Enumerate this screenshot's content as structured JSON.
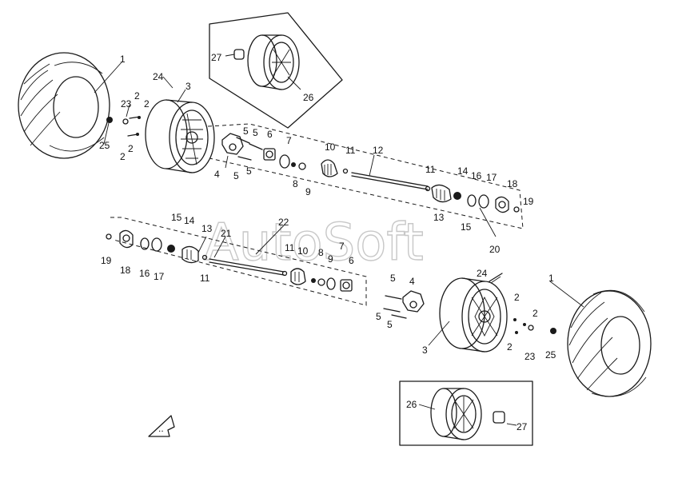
{
  "watermark": "AutoSoft",
  "callouts": [
    {
      "id": "c1a",
      "text": "1"
    },
    {
      "id": "c2a",
      "text": "2"
    },
    {
      "id": "c2b",
      "text": "2"
    },
    {
      "id": "c2c",
      "text": "2"
    },
    {
      "id": "c2d",
      "text": "2"
    },
    {
      "id": "c3a",
      "text": "3"
    },
    {
      "id": "c4a",
      "text": "4"
    },
    {
      "id": "c5a",
      "text": "5"
    },
    {
      "id": "c5b",
      "text": "5"
    },
    {
      "id": "c5c",
      "text": "5"
    },
    {
      "id": "c5d",
      "text": "5"
    },
    {
      "id": "c6a",
      "text": "6"
    },
    {
      "id": "c7a",
      "text": "7"
    },
    {
      "id": "c8a",
      "text": "8"
    },
    {
      "id": "c9a",
      "text": "9"
    },
    {
      "id": "c10a",
      "text": "10"
    },
    {
      "id": "c11a",
      "text": "11"
    },
    {
      "id": "c11b",
      "text": "11"
    },
    {
      "id": "c12a",
      "text": "12"
    },
    {
      "id": "c13a",
      "text": "13"
    },
    {
      "id": "c14a",
      "text": "14"
    },
    {
      "id": "c15a",
      "text": "15"
    },
    {
      "id": "c16a",
      "text": "16"
    },
    {
      "id": "c17a",
      "text": "17"
    },
    {
      "id": "c18a",
      "text": "18"
    },
    {
      "id": "c19a",
      "text": "19"
    },
    {
      "id": "c20a",
      "text": "20"
    },
    {
      "id": "c23a",
      "text": "23"
    },
    {
      "id": "c24a",
      "text": "24"
    },
    {
      "id": "c25a",
      "text": "25"
    },
    {
      "id": "c26a",
      "text": "26"
    },
    {
      "id": "c27a",
      "text": "27"
    },
    {
      "id": "d19",
      "text": "19"
    },
    {
      "id": "d18",
      "text": "18"
    },
    {
      "id": "d16",
      "text": "16"
    },
    {
      "id": "d17",
      "text": "17"
    },
    {
      "id": "d15",
      "text": "15"
    },
    {
      "id": "d14",
      "text": "14"
    },
    {
      "id": "d13",
      "text": "13"
    },
    {
      "id": "d21",
      "text": "21"
    },
    {
      "id": "d22",
      "text": "22"
    },
    {
      "id": "d11a",
      "text": "11"
    },
    {
      "id": "d11b",
      "text": "11"
    },
    {
      "id": "d10",
      "text": "10"
    },
    {
      "id": "d8",
      "text": "8"
    },
    {
      "id": "d9",
      "text": "9"
    },
    {
      "id": "d7",
      "text": "7"
    },
    {
      "id": "d6",
      "text": "6"
    },
    {
      "id": "d24",
      "text": "24"
    },
    {
      "id": "d5a",
      "text": "5"
    },
    {
      "id": "d5b",
      "text": "5"
    },
    {
      "id": "d5c",
      "text": "5"
    },
    {
      "id": "d4",
      "text": "4"
    },
    {
      "id": "d3",
      "text": "3"
    },
    {
      "id": "d1",
      "text": "1"
    },
    {
      "id": "d2a",
      "text": "2"
    },
    {
      "id": "d2b",
      "text": "2"
    },
    {
      "id": "d2c",
      "text": "2"
    },
    {
      "id": "d23",
      "text": "23"
    },
    {
      "id": "d25",
      "text": "25"
    },
    {
      "id": "d26",
      "text": "26"
    },
    {
      "id": "d27",
      "text": "27"
    }
  ]
}
